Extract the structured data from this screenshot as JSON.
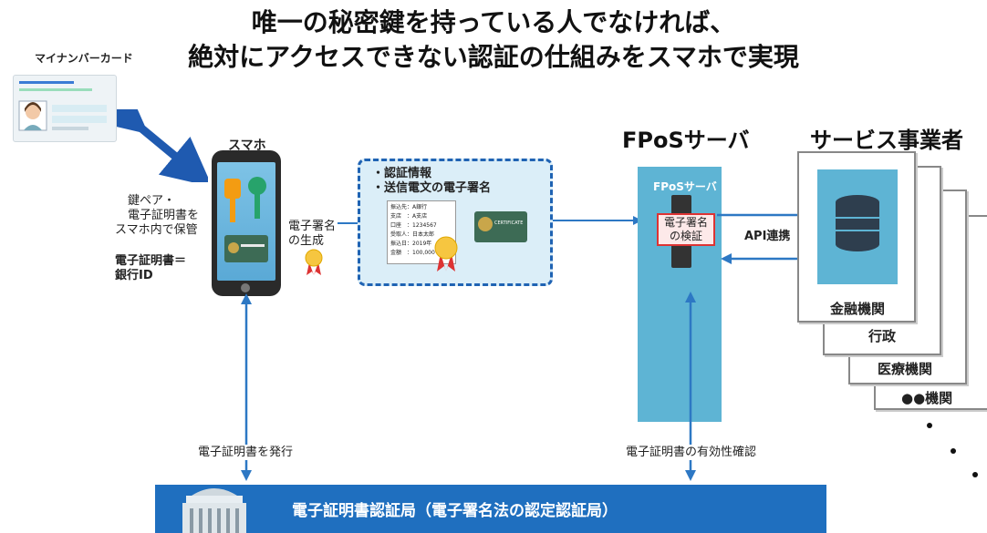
{
  "title": {
    "line1": "唯一の秘密鍵を持っている人でなければ、",
    "line2": "絶対にアクセスできない認証の仕組みをスマホで実現"
  },
  "my_number_card": {
    "label": "マイナンバーカード"
  },
  "phone": {
    "label": "スマホ",
    "note1": "鍵ペア・",
    "note2": "電子証明書を",
    "note3": "スマホ内で保管",
    "cert1": "電子証明書＝",
    "cert2": "銀行ID",
    "sig1": "電子署名",
    "sig2": "の生成"
  },
  "dashed_box": {
    "item1": "・認証情報",
    "item2": "・送信電文の電子署名",
    "rows": [
      "振込先：A銀行",
      "支店　：A支店",
      "口座　：1234567",
      "受取人：日本太郎",
      "振込日：2019年",
      "金額　：100,000"
    ],
    "cert_text": "CERTIFICATE"
  },
  "fpos": {
    "heading": "FPoSサーバ",
    "inner_label": "FPoSサーバ",
    "verify1": "電子署名",
    "verify2": "の検証",
    "api": "API連携"
  },
  "services": {
    "heading": "サービス事業者",
    "cards": [
      "金融機関",
      "行政",
      "医療機関",
      "●●機関"
    ]
  },
  "arrows": {
    "issue": "電子証明書を発行",
    "validity": "電子証明書の有効性確認"
  },
  "bottom_bar": {
    "label": "電子証明書認証局（電子署名法の認定認証局）"
  },
  "colors": {
    "blue": "#1f6fbf",
    "arrow": "#2d78c4",
    "server_col": "#5eb4d4",
    "dash_box_bg": "#dbeef8"
  }
}
